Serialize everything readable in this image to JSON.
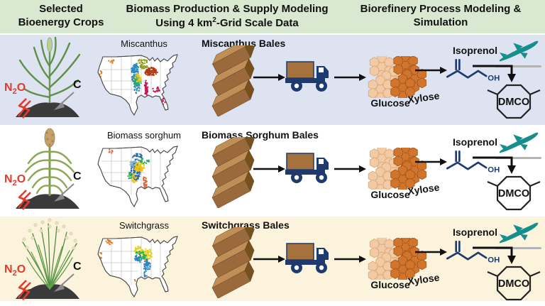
{
  "header": {
    "col1_line1": "Selected",
    "col1_line2": "Bioenergy Crops",
    "col2_line1": "Biomass Production & Supply Modeling",
    "col2_line2_pre": "Using 4 km",
    "col2_sup": "2",
    "col2_line2_post": "-Grid Scale Data",
    "col3_line1": "Biorefinery Process Modeling &",
    "col3_line2": "Simulation"
  },
  "colors": {
    "header_bg": "#d8e8d1",
    "row_miscanthus_bg": "#dde3f0",
    "row_sorghum_bg": "#ffffff",
    "row_switchgrass_bg": "#fbf3dc",
    "navy": "#1e3a6e",
    "teal_plane": "#178e8e",
    "red_n2o": "#e33a2e",
    "bale_brown": "#9a6a3c",
    "glucose_tan": "#f2cba5",
    "xylose_orange": "#d2752c",
    "arrow_black": "#111111"
  },
  "rows": [
    {
      "bg": "#dde3f0",
      "crop_label": "Miscanthus",
      "bales_label": "Miscanthus Bales",
      "n2o_pre": "N",
      "n2o_sub": "2",
      "n2o_post": "O",
      "c_label": "C",
      "glucose_label": "Glucose",
      "xylose_label": "Xylose",
      "isoprenol_label": "Isoprenol",
      "oh_label": "OH",
      "dmco_label": "DMCO",
      "map": {
        "clusters": [
          {
            "c": "#8a9e1f",
            "x": 68,
            "y": 16,
            "rx": 9,
            "ry": 7,
            "n": 45
          },
          {
            "c": "#17a2b8",
            "x": 57,
            "y": 22,
            "rx": 5,
            "ry": 6,
            "n": 25
          },
          {
            "c": "#2e86c1",
            "x": 57,
            "y": 30,
            "rx": 5,
            "ry": 14,
            "n": 80
          },
          {
            "c": "#2e86c1",
            "x": 60,
            "y": 50,
            "rx": 4,
            "ry": 9,
            "n": 30
          },
          {
            "c": "#27ae60",
            "x": 60,
            "y": 40,
            "rx": 6,
            "ry": 10,
            "n": 35
          },
          {
            "c": "#f1c40f",
            "x": 62,
            "y": 36,
            "rx": 5,
            "ry": 8,
            "n": 25
          },
          {
            "c": "#b03a12",
            "x": 80,
            "y": 27,
            "rx": 9,
            "ry": 6,
            "n": 85
          },
          {
            "c": "#c2185b",
            "x": 73,
            "y": 50,
            "rx": 2.5,
            "ry": 11,
            "n": 40
          },
          {
            "c": "#c2185b",
            "x": 88,
            "y": 52,
            "rx": 6,
            "ry": 4,
            "n": 15
          },
          {
            "c": "#c2185b",
            "x": 97,
            "y": 70,
            "rx": 2.5,
            "ry": 6,
            "n": 8
          },
          {
            "c": "#e67e22",
            "x": 24,
            "y": 12,
            "rx": 5,
            "ry": 3,
            "n": 8
          },
          {
            "c": "#e67e22",
            "x": 9,
            "y": 30,
            "rx": 2,
            "ry": 5,
            "n": 6
          }
        ]
      }
    },
    {
      "bg": "#ffffff",
      "crop_label": "Biomass sorghum",
      "bales_label": "Biomass Sorghum Bales",
      "n2o_pre": "N",
      "n2o_sub": "2",
      "n2o_post": "O",
      "c_label": "C",
      "glucose_label": "Glucose",
      "xylose_label": "Xylose",
      "isoprenol_label": "Isoprenol",
      "oh_label": "OH",
      "dmco_label": "DMCO",
      "map": {
        "clusters": [
          {
            "c": "#2e6da4",
            "x": 58,
            "y": 38,
            "rx": 7,
            "ry": 13,
            "n": 100
          },
          {
            "c": "#2e6da4",
            "x": 61,
            "y": 18,
            "rx": 7,
            "ry": 5,
            "n": 25
          },
          {
            "c": "#f1c40f",
            "x": 64,
            "y": 32,
            "rx": 8,
            "ry": 7,
            "n": 60
          },
          {
            "c": "#f1c40f",
            "x": 57,
            "y": 48,
            "rx": 5,
            "ry": 6,
            "n": 20
          },
          {
            "c": "#27ae60",
            "x": 70,
            "y": 24,
            "rx": 7,
            "ry": 4,
            "n": 20
          },
          {
            "c": "#27ae60",
            "x": 50,
            "y": 44,
            "rx": 4,
            "ry": 5,
            "n": 12
          },
          {
            "c": "#e1653a",
            "x": 71,
            "y": 54,
            "rx": 3,
            "ry": 9,
            "n": 30
          },
          {
            "c": "#e1653a",
            "x": 22,
            "y": 10,
            "rx": 4,
            "ry": 3,
            "n": 8
          },
          {
            "c": "#7fb3d5",
            "x": 54,
            "y": 28,
            "rx": 5,
            "ry": 5,
            "n": 20
          }
        ]
      }
    },
    {
      "bg": "#fbf3dc",
      "crop_label": "Switchgrass",
      "bales_label": "Switchgrass Bales",
      "n2o_pre": "N",
      "n2o_sub": "2",
      "n2o_post": "O",
      "c_label": "C",
      "glucose_label": "Glucose",
      "xylose_label": "Xylose",
      "isoprenol_label": "Isoprenol",
      "oh_label": "OH",
      "dmco_label": "DMCO",
      "map": {
        "clusters": [
          {
            "c": "#e8d020",
            "x": 73,
            "y": 28,
            "rx": 9,
            "ry": 8,
            "n": 90
          },
          {
            "c": "#e8d020",
            "x": 62,
            "y": 22,
            "rx": 6,
            "ry": 5,
            "n": 30
          },
          {
            "c": "#27ae60",
            "x": 65,
            "y": 30,
            "rx": 8,
            "ry": 7,
            "n": 45
          },
          {
            "c": "#2e86c1",
            "x": 74,
            "y": 44,
            "rx": 5,
            "ry": 9,
            "n": 45
          },
          {
            "c": "#2e86c1",
            "x": 62,
            "y": 34,
            "rx": 5,
            "ry": 6,
            "n": 25
          },
          {
            "c": "#2e86c1",
            "x": 72,
            "y": 58,
            "rx": 2.5,
            "ry": 6,
            "n": 12
          },
          {
            "c": "#e67e22",
            "x": 20,
            "y": 11,
            "rx": 6,
            "ry": 4,
            "n": 14
          },
          {
            "c": "#e67e22",
            "x": 9,
            "y": 30,
            "rx": 2,
            "ry": 5,
            "n": 6
          },
          {
            "c": "#e67e22",
            "x": 60,
            "y": 66,
            "rx": 5,
            "ry": 3,
            "n": 6
          }
        ]
      }
    }
  ]
}
